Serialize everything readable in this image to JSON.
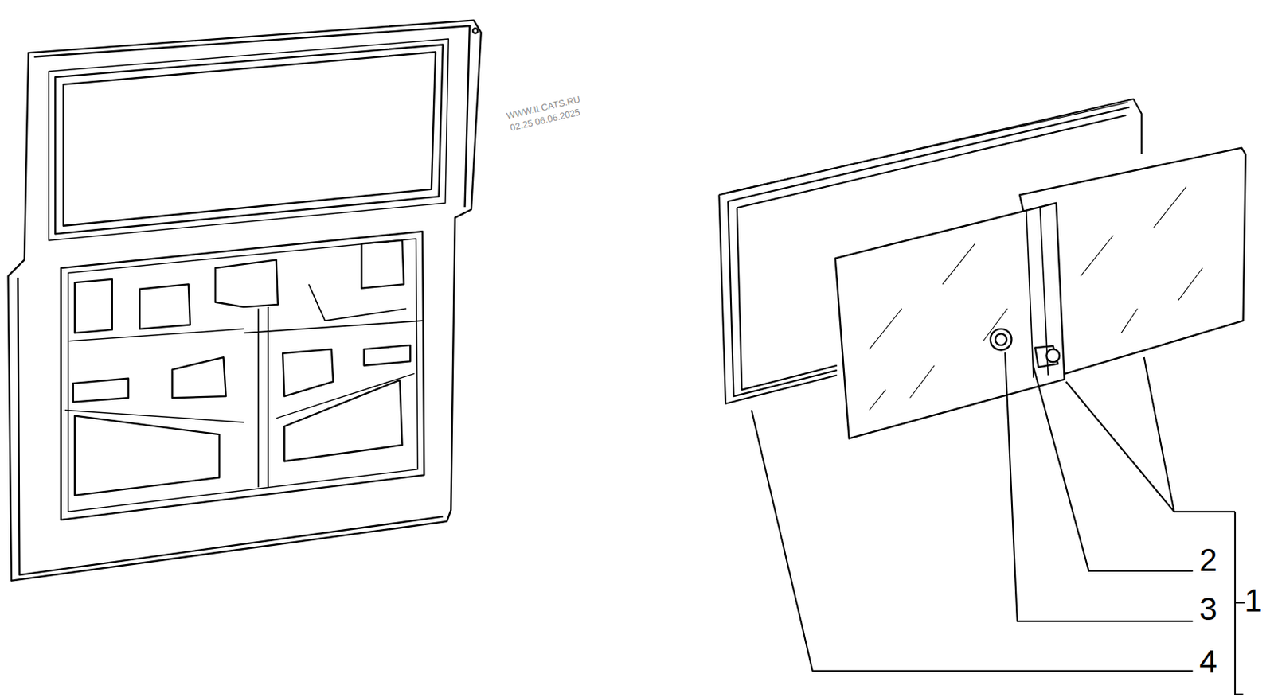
{
  "diagram": {
    "labels": [
      "WWW.ILCATS.RU",
      "02.25 06.06.2025",
      "2",
      "3",
      "1",
      "4"
    ]
  }
}
